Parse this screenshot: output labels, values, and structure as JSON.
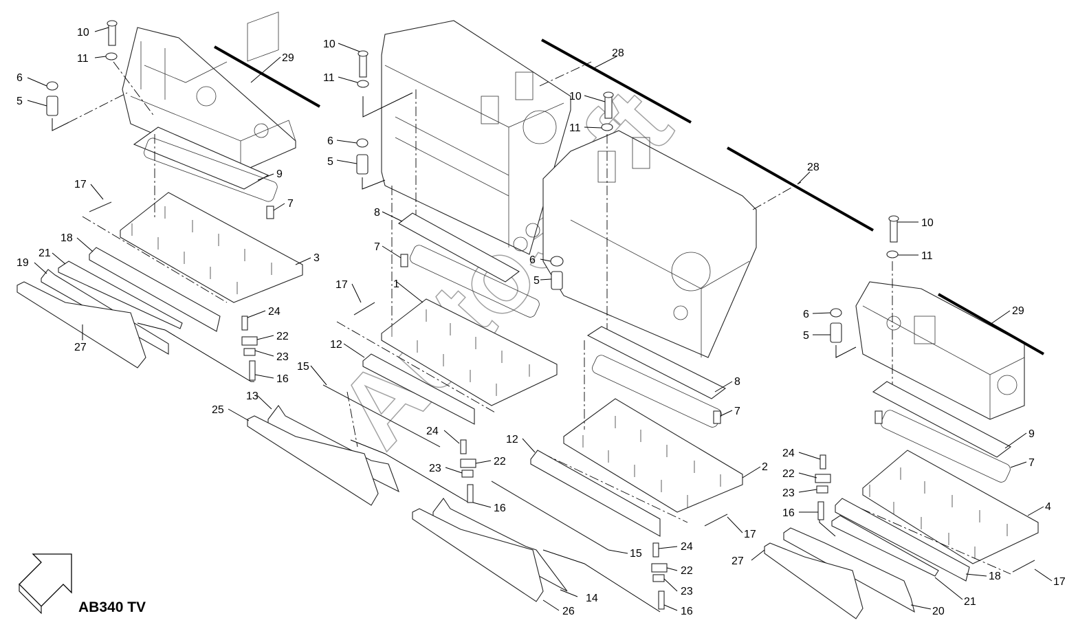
{
  "model": "AB340 TV",
  "watermark": "AutoSoft",
  "callouts": [
    "10",
    "11",
    "6",
    "5",
    "29",
    "9",
    "7",
    "17",
    "3",
    "18",
    "21",
    "19",
    "24",
    "22",
    "23",
    "16",
    "27",
    "10",
    "11",
    "6",
    "5",
    "8",
    "7",
    "1",
    "17",
    "12",
    "15",
    "13",
    "25",
    "24",
    "22",
    "23",
    "16",
    "28",
    "10",
    "11",
    "28",
    "6",
    "5",
    "8",
    "7",
    "12",
    "2",
    "17",
    "15",
    "24",
    "22",
    "23",
    "16",
    "14",
    "26",
    "10",
    "11",
    "6",
    "5",
    "29",
    "9",
    "7",
    "24",
    "22",
    "23",
    "16",
    "4",
    "27",
    "18",
    "21",
    "20",
    "17"
  ]
}
